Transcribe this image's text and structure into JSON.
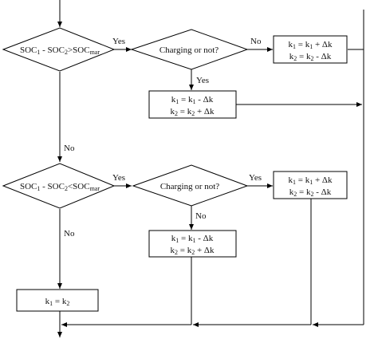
{
  "diagram": {
    "decision1": {
      "main": "SOC",
      "s1": "1",
      "mid": " - SOC",
      "s2": "2",
      "op": ">SOC",
      "s3": "mar"
    },
    "decision2": {
      "main": "SOC",
      "s1": "1",
      "mid": " - SOC",
      "s2": "2",
      "op": "<SOC",
      "s3": "mar"
    },
    "charge1": "Charging or not?",
    "charge2": "Charging or not?",
    "proc_inc": {
      "l1a": "k",
      "l1s": "1",
      "l1b": " = k",
      "l1t": "1",
      "l1c": " +  Δk",
      "l2a": "k",
      "l2s": "2",
      "l2b": "  = k",
      "l2t": "2",
      "l2c": " - Δk"
    },
    "proc_dec": {
      "l1a": "k",
      "l1s": "1",
      "l1b": " = k",
      "l1t": "1",
      "l1c": " -  Δk",
      "l2a": "k",
      "l2s": "2",
      "l2b": "  = k",
      "l2t": "2",
      "l2c": " + Δk"
    },
    "proc_eq": {
      "a": "k",
      "as": "1",
      "b": " = k",
      "bs": "2"
    },
    "labels": {
      "yes": "Yes",
      "no": "No"
    }
  }
}
